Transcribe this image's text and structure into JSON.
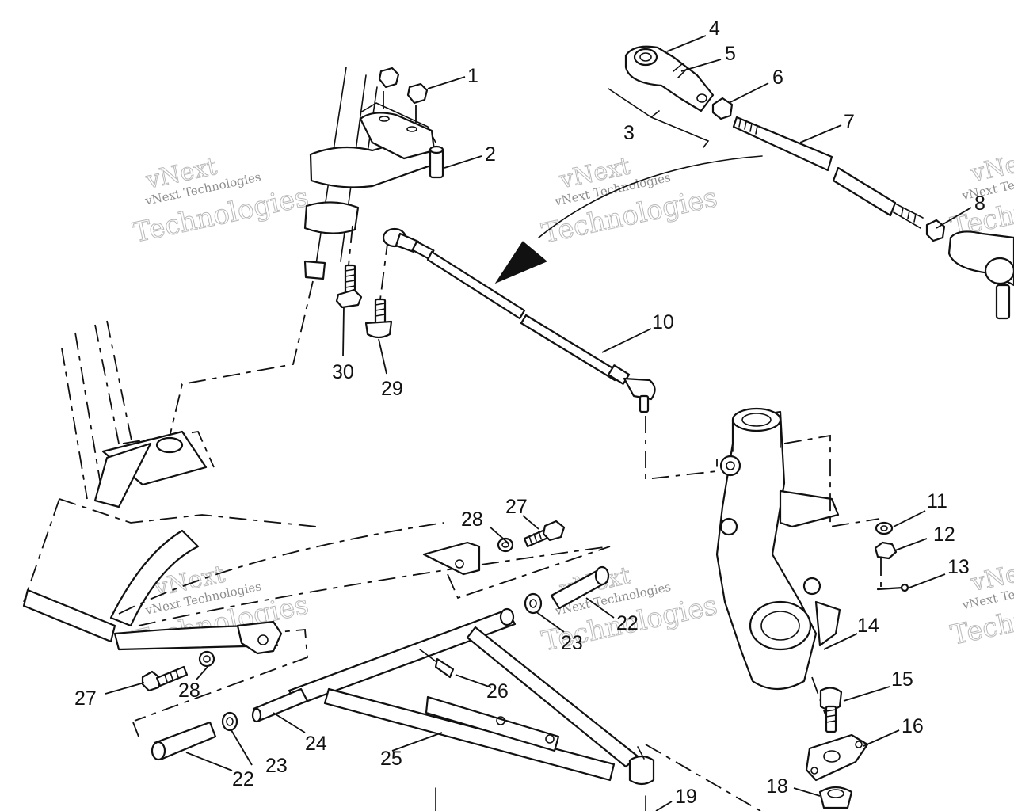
{
  "watermark": {
    "brand_outline": "vNext",
    "tagline": "vNext Technologies",
    "word_outline": "Technologies"
  },
  "callouts": [
    "1",
    "2",
    "3",
    "4",
    "5",
    "6",
    "7",
    "8",
    "10",
    "11",
    "12",
    "13",
    "14",
    "15",
    "16",
    "18",
    "19",
    "22",
    "22",
    "23",
    "23",
    "24",
    "25",
    "26",
    "27",
    "27",
    "28",
    "28",
    "29",
    "30"
  ]
}
